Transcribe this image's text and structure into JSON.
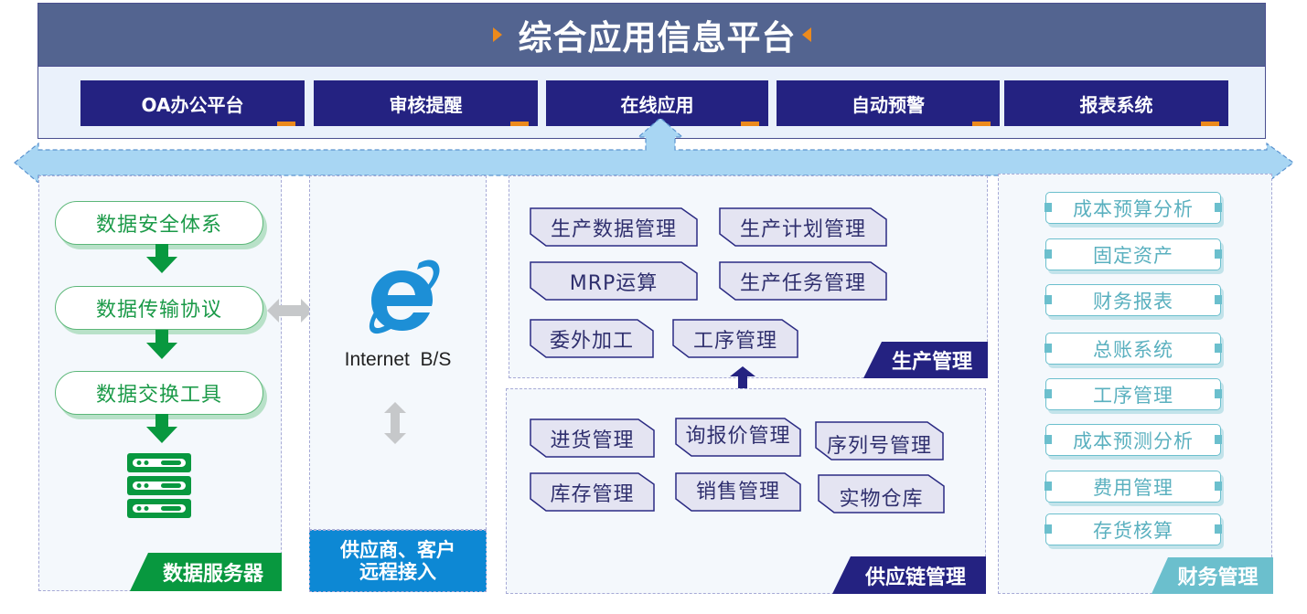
{
  "header": {
    "title": "综合应用信息平台",
    "apps": [
      {
        "label": "OA办公平台"
      },
      {
        "label": "审核提醒"
      },
      {
        "label": "在线应用"
      },
      {
        "label": "自动预警"
      },
      {
        "label": "报表系统"
      }
    ]
  },
  "data_server": {
    "label": "数据服务器",
    "steps": [
      "数据安全体系",
      "数据传输协议",
      "数据交换工具"
    ],
    "icon": "server-icon"
  },
  "remote_access": {
    "browser_label": "Internet  B/S",
    "icon": "internet-explorer-icon",
    "label_line1": "供应商、客户",
    "label_line2": "远程接入"
  },
  "production": {
    "label": "生产管理",
    "items": [
      "生产数据管理",
      "生产计划管理",
      "MRP运算",
      "生产任务管理",
      "委外加工",
      "工序管理"
    ]
  },
  "supply_chain": {
    "label": "供应链管理",
    "items": [
      "进货管理",
      "询报价管理",
      "序列号管理",
      "库存管理",
      "销售管理",
      "实物仓库"
    ]
  },
  "finance": {
    "label": "财务管理",
    "items": [
      "成本预算分析",
      "固定资产",
      "财务报表",
      "总账系统",
      "工序管理",
      "成本预测分析",
      "费用管理",
      "存货核算"
    ]
  },
  "colors": {
    "title_bar": "#536490",
    "app_button": "#242281",
    "accent_orange": "#ec8a1c",
    "bus_blue": "#a8d6f3",
    "green": "#1b9a48",
    "ie_blue": "#1d8fd6",
    "navy": "#242281",
    "teal": "#6bbfcd"
  }
}
